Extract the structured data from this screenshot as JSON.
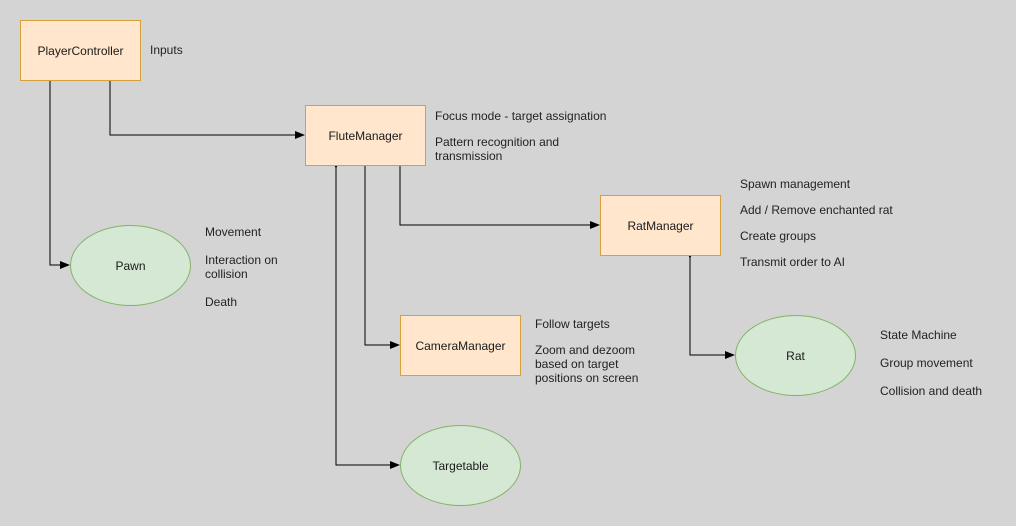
{
  "nodes": {
    "player_controller": "PlayerController",
    "flute_manager": "FluteManager",
    "rat_manager": "RatManager",
    "camera_manager": "CameraManager",
    "pawn": "Pawn",
    "rat": "Rat",
    "targetable": "Targetable"
  },
  "notes": {
    "player_controller": [
      "Inputs"
    ],
    "flute_manager": [
      "Focus mode - target assignation",
      "Pattern recognition and\ntransmission"
    ],
    "rat_manager": [
      "Spawn management",
      "Add / Remove enchanted rat",
      "Create groups",
      "Transmit order to AI"
    ],
    "pawn": [
      "Movement",
      "Interaction on\ncollision",
      "Death"
    ],
    "camera_manager": [
      "Follow targets",
      "Zoom and dezoom\nbased on target\npositions on screen"
    ],
    "rat": [
      "State Machine",
      "Group movement",
      "Collision and death"
    ]
  },
  "colors": {
    "background": "#d4d4d4",
    "class_fill": "#ffe6cc",
    "class_stroke": "#d6a03a",
    "object_fill": "#d5e8d4",
    "object_stroke": "#82b366",
    "edge": "#000000"
  }
}
